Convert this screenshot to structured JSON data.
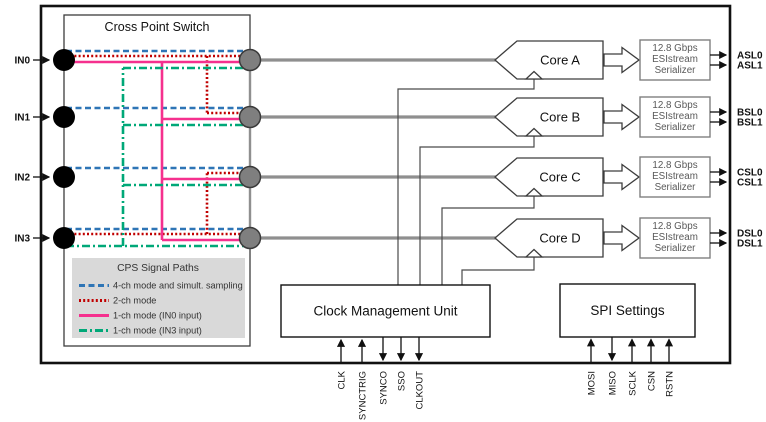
{
  "cps": {
    "title": "Cross Point Switch",
    "inputs": [
      "IN0",
      "IN1",
      "IN2",
      "IN3"
    ]
  },
  "legend": {
    "title": "CPS Signal Paths",
    "items": [
      {
        "label": "4-ch mode and simult. sampling",
        "style": "dashed"
      },
      {
        "label": "2-ch mode",
        "style": "dotted"
      },
      {
        "label": "1-ch mode (IN0 input)",
        "style": "solid"
      },
      {
        "label": "1-ch mode (IN3 input)",
        "style": "dash-dot"
      }
    ]
  },
  "cores": [
    {
      "label": "Core A",
      "outputs": [
        "ASL0",
        "ASL1"
      ]
    },
    {
      "label": "Core B",
      "outputs": [
        "BSL0",
        "BSL1"
      ]
    },
    {
      "label": "Core C",
      "outputs": [
        "CSL0",
        "CSL1"
      ]
    },
    {
      "label": "Core D",
      "outputs": [
        "DSL0",
        "DSL1"
      ]
    }
  ],
  "serializer": {
    "lines": [
      "12.8 Gbps",
      "ESIstream",
      "Serializer"
    ]
  },
  "cmu": {
    "label": "Clock Management Unit",
    "signals": [
      {
        "name": "CLK",
        "dir": "in"
      },
      {
        "name": "SYNCTRIG",
        "dir": "in"
      },
      {
        "name": "SYNCO",
        "dir": "out"
      },
      {
        "name": "SSO",
        "dir": "out"
      },
      {
        "name": "CLKOUT",
        "dir": "out"
      }
    ]
  },
  "spi": {
    "label": "SPI Settings",
    "signals": [
      {
        "name": "MOSI",
        "dir": "in"
      },
      {
        "name": "MISO",
        "dir": "out"
      },
      {
        "name": "SCLK",
        "dir": "in"
      },
      {
        "name": "CSN",
        "dir": "in"
      },
      {
        "name": "RSTN",
        "dir": "in"
      }
    ]
  },
  "colors": {
    "blue_4ch": "#2E75B6",
    "red_2ch": "#C00000",
    "pink_1ch_in0": "#F5308E",
    "green_1ch_in3": "#00A878",
    "legend_bg": "#D9D9D9",
    "wire_gray": "#8F8F8F"
  }
}
